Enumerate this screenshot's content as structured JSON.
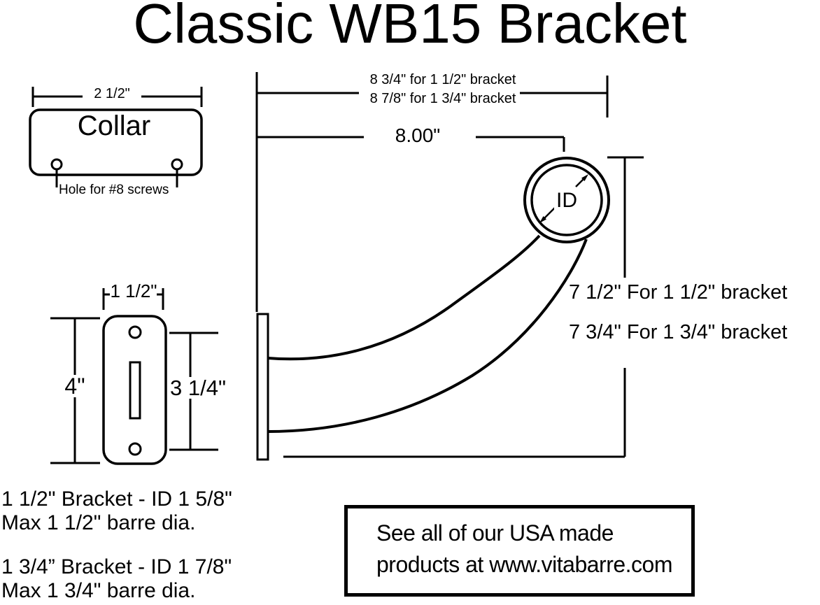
{
  "title": "Classic WB15 Bracket",
  "collar": {
    "dim": "2 1/2\"",
    "label": "Collar",
    "hole_note": "Hole for #8 screws"
  },
  "dims": {
    "length_a": "8 3/4\" for 1 1/2\" bracket",
    "length_b": "8 7/8\" for 1 3/4\" bracket",
    "projection": "8.00\"",
    "height_a": "7 1/2\" For 1 1/2\" bracket",
    "height_b": "7 3/4\" For 1 3/4\" bracket"
  },
  "ring": {
    "label": "ID"
  },
  "plate": {
    "width_dim": "1 1/2\"",
    "height_dim": "4\"",
    "hole_spacing_dim": "3 1/4\""
  },
  "notes": {
    "n15_line1": "1 1/2\" Bracket - ID 1 5/8\"",
    "n15_line2": "Max 1 1/2\" barre dia.",
    "n175_line1": "1 3/4” Bracket - ID 1 7/8\"",
    "n175_line2": "Max 1 3/4\" barre dia."
  },
  "footer": {
    "line1": "See all of our USA made",
    "line2": "products at www.vitabarre.com"
  },
  "colors": {
    "line": "#000000",
    "background": "#ffffff"
  }
}
